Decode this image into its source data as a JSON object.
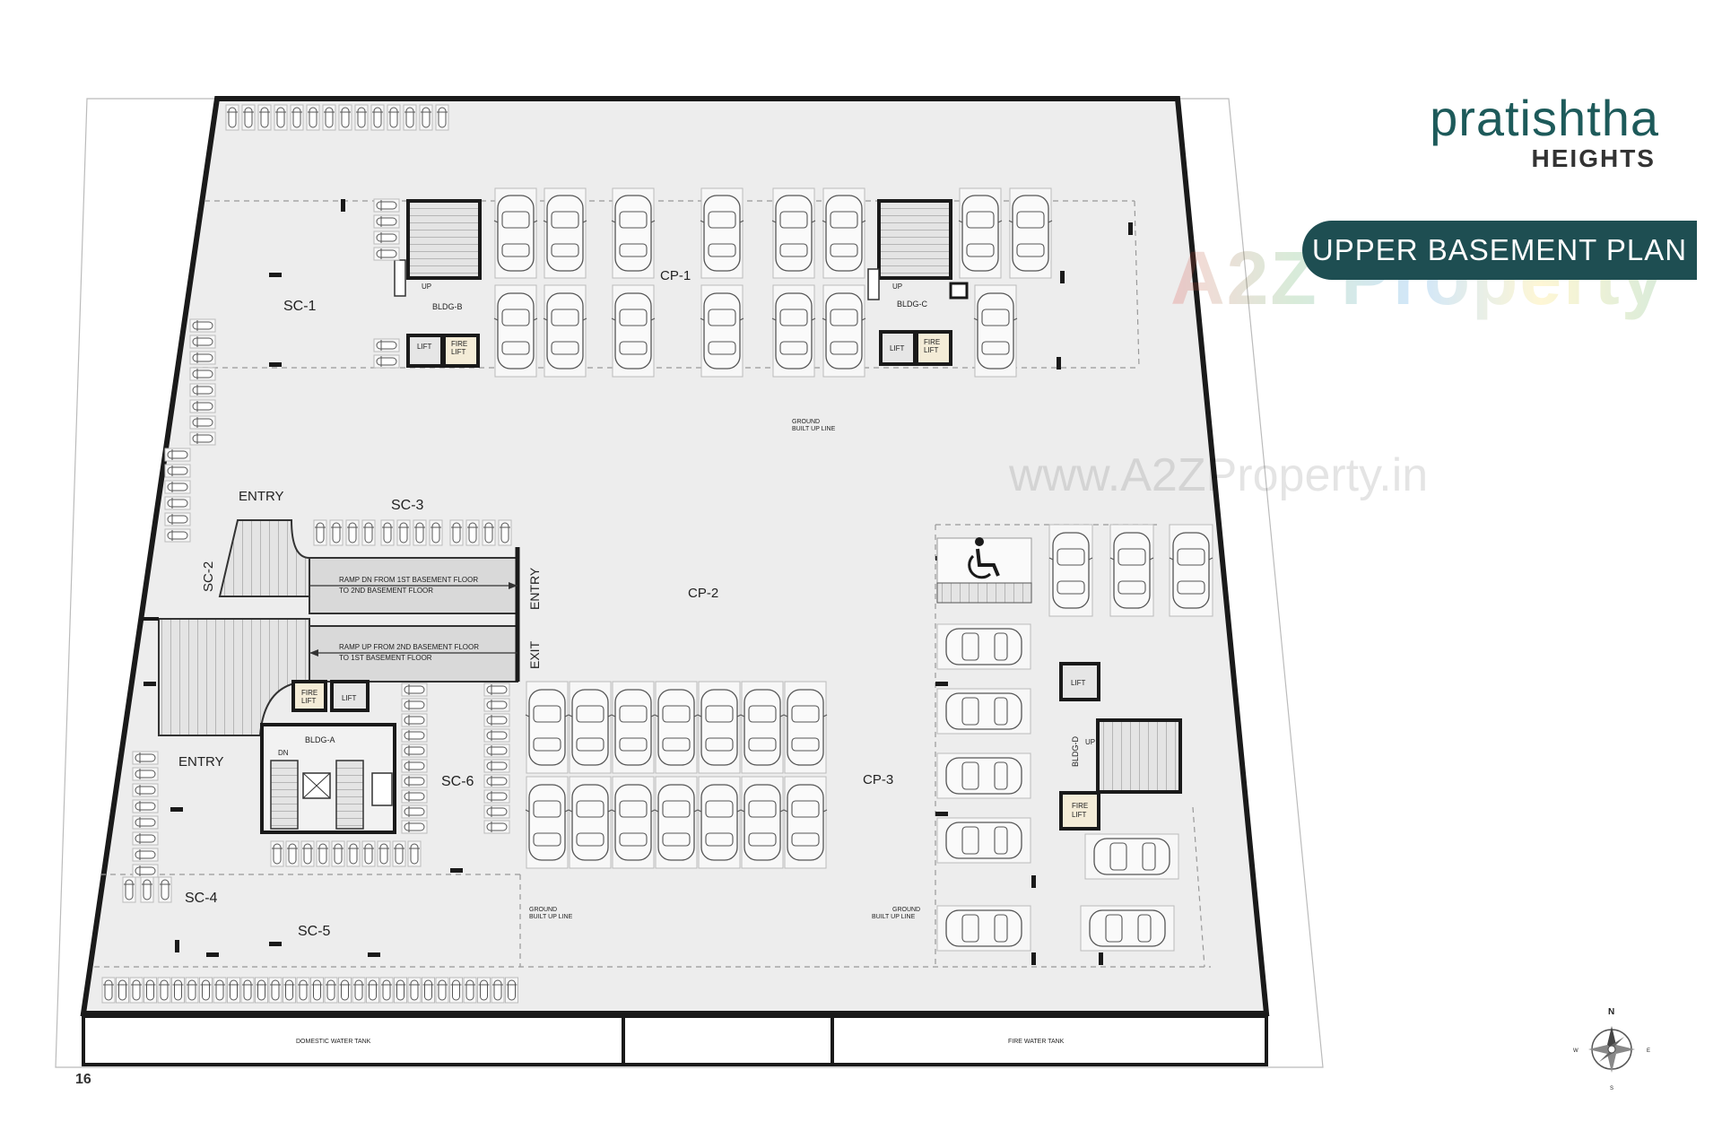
{
  "brand": {
    "name": "pratishtha",
    "sub": "HEIGHTS"
  },
  "plan_title": "UPPER BASEMENT PLAN",
  "page_number": "16",
  "watermark": {
    "logo": "A2Z Property",
    "url": "www.A2ZProperty.in"
  },
  "zones": {
    "sc1": "SC-1",
    "sc2": "SC-2",
    "sc3": "SC-3",
    "sc4": "SC-4",
    "sc5": "SC-5",
    "sc6": "SC-6",
    "cp1": "CP-1",
    "cp2": "CP-2",
    "cp3": "CP-3"
  },
  "buildings": {
    "a": "BLDG-A",
    "b": "BLDG-B",
    "c": "BLDG-C",
    "d": "BLDG-D"
  },
  "labels": {
    "entry": "ENTRY",
    "exit": "EXIT",
    "lift": "LIFT",
    "fire": "FIRE",
    "lift2": "LIFT",
    "up": "UP",
    "dn": "DN",
    "ramp_dn_1": "RAMP DN FROM 1ST BASEMENT FLOOR",
    "ramp_dn_2": "TO 2ND BASEMENT FLOOR",
    "ramp_up_1": "RAMP UP FROM 2ND BASEMENT FLOOR",
    "ramp_up_2": "TO 1ST BASEMENT FLOOR",
    "ground_1": "GROUND",
    "ground_2": "BUILT UP LINE",
    "domestic_tank": "DOMESTIC WATER TANK",
    "fire_tank": "FIRE WATER TANK"
  },
  "compass": {
    "n": "N",
    "s": "S",
    "e": "E",
    "w": "W"
  },
  "colors": {
    "brand": "#1d5a5a",
    "pill": "#1e4e52",
    "floor": "#ededed",
    "wall": "#1a1a1a"
  }
}
